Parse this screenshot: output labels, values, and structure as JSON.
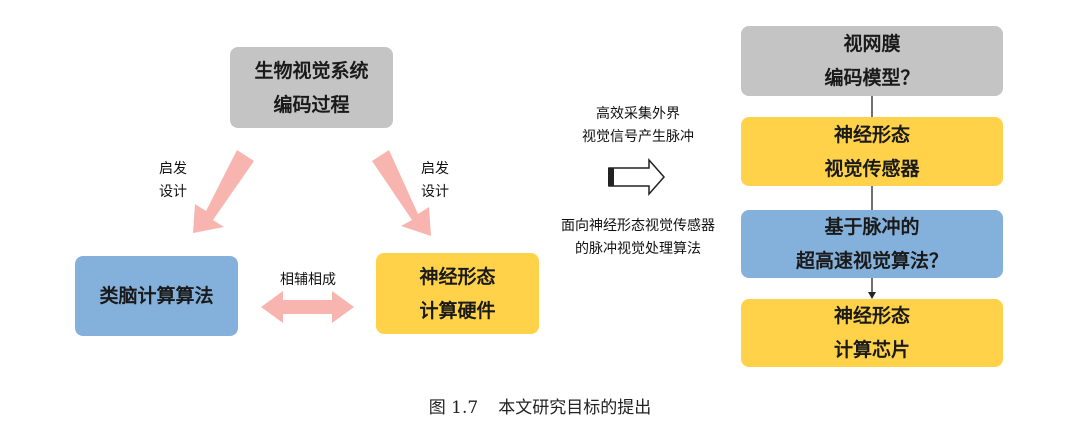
{
  "left": {
    "top_box": [
      "生物视觉系统",
      "编码过程"
    ],
    "left_box": [
      "类脑计算算法"
    ],
    "right_box": [
      "神经形态",
      "计算硬件"
    ],
    "arrow_left_label": [
      "启发",
      "设计"
    ],
    "arrow_right_label": [
      "启发",
      "设计"
    ],
    "mutual_label": "相辅相成"
  },
  "middle": {
    "top_label": [
      "高效采集外界",
      "视觉信号产生脉冲"
    ],
    "bottom_label": [
      "面向神经形态视觉传感器",
      "的脉冲视觉处理算法"
    ]
  },
  "right": {
    "box1": [
      "视网膜",
      "编码模型？"
    ],
    "box2": [
      "神经形态",
      "视觉传感器"
    ],
    "box3": [
      "基于脉冲的",
      "超高速视觉算法？"
    ],
    "box4": [
      "神经形态",
      "计算芯片"
    ]
  },
  "caption": {
    "number": "图 1.7",
    "text": "本文研究目标的提出"
  },
  "colors": {
    "gray": "#c4c4c4",
    "yellow": "#ffd24a",
    "blue": "#84b1dc",
    "pink_arrow": "#f8b5b0"
  }
}
